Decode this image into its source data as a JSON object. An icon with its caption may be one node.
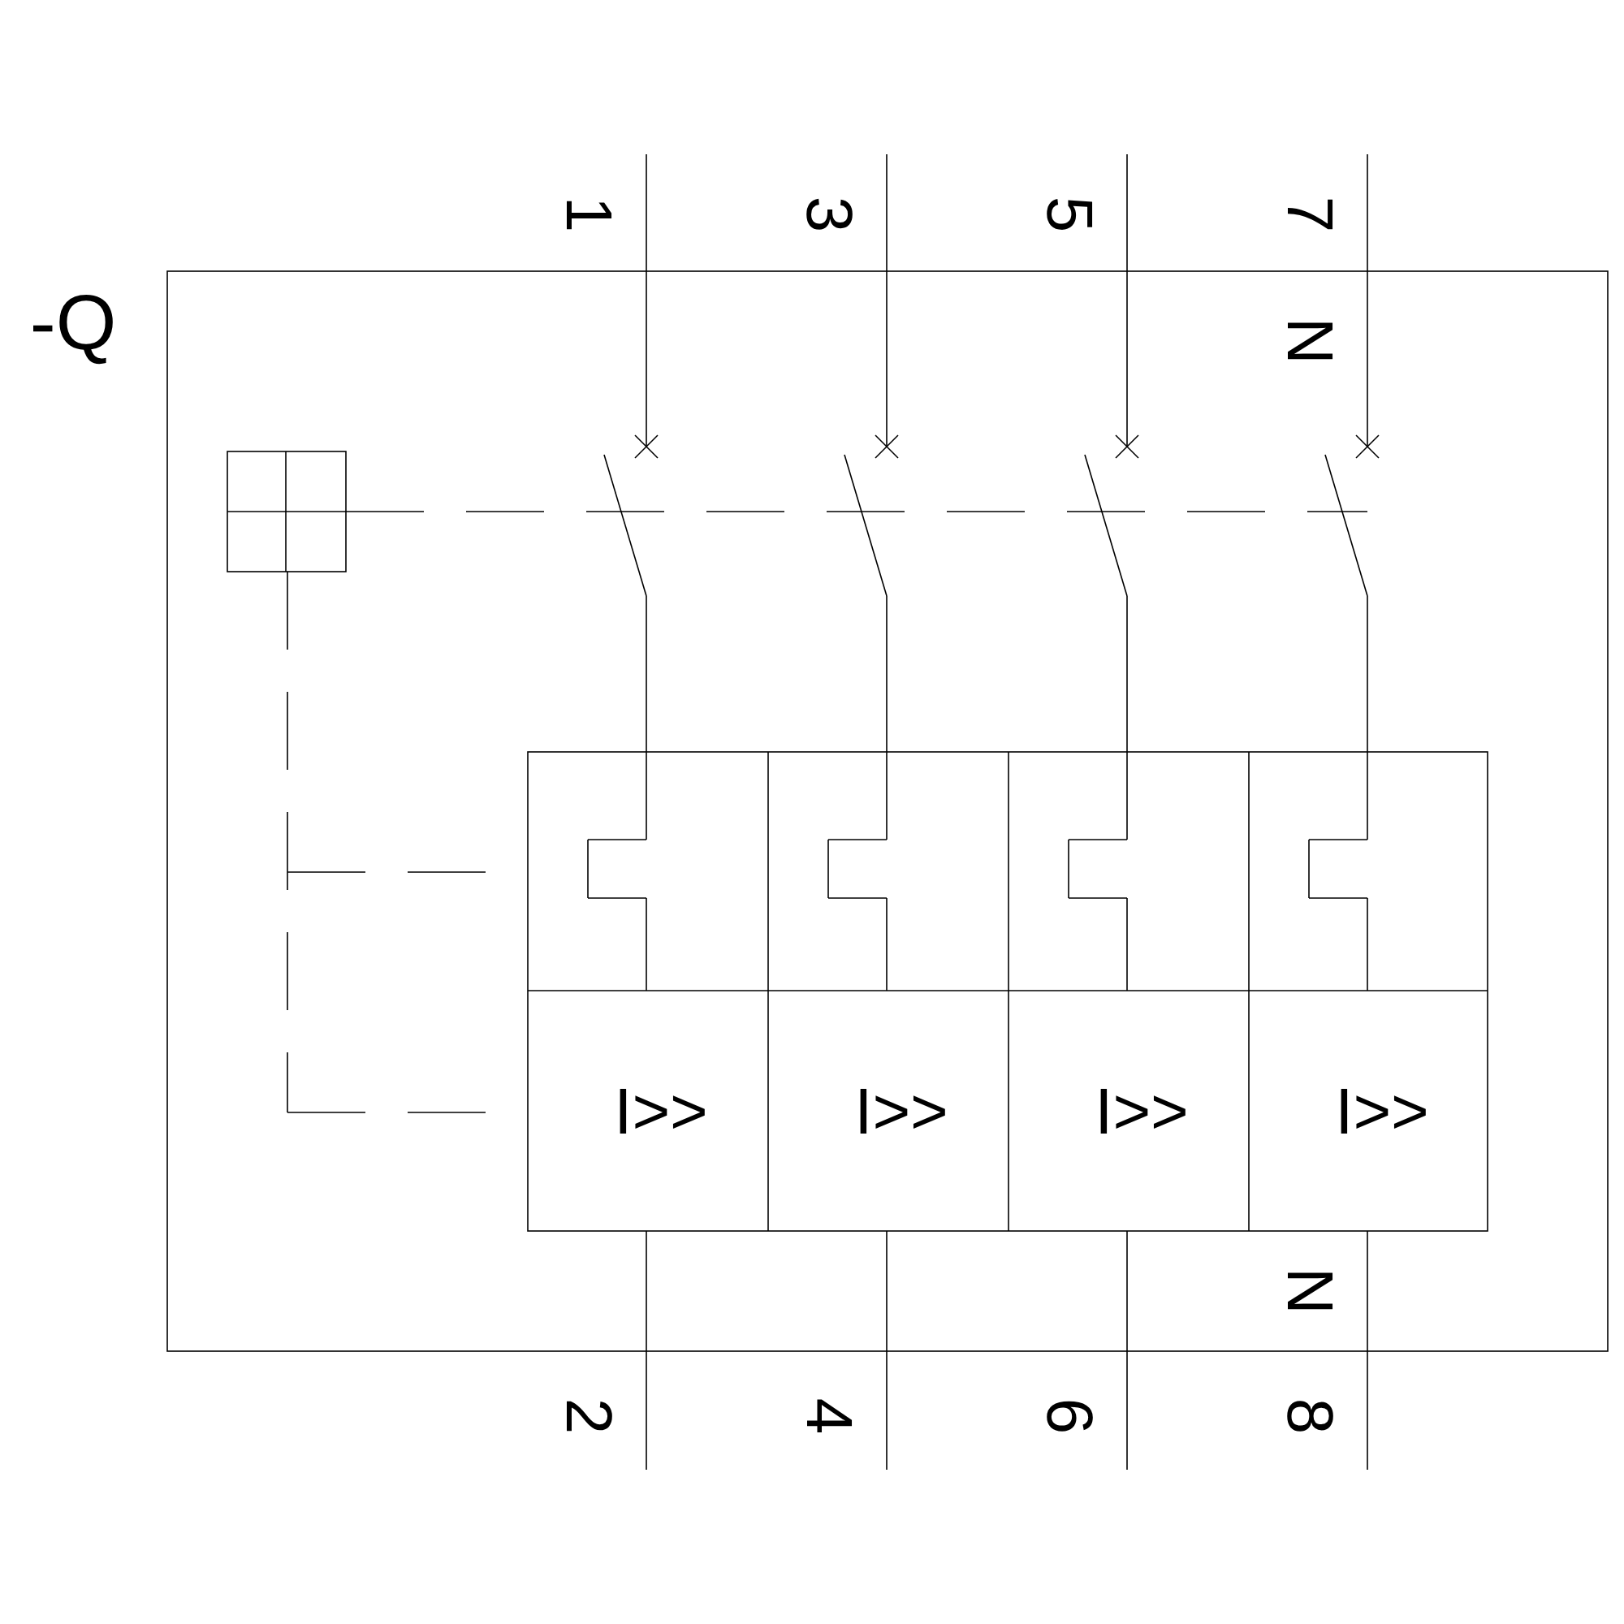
{
  "diagram": {
    "labels": [
      "-Q",
      "1",
      "3",
      "5",
      "7",
      "N",
      "I>>",
      "I>>",
      "I>>",
      "I>>",
      "N",
      "2",
      "4",
      "6",
      "8"
    ]
  }
}
